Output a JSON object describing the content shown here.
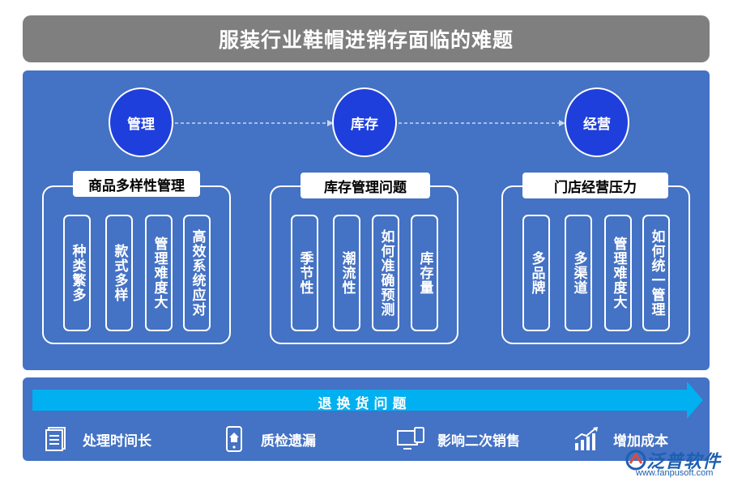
{
  "title": "服装行业鞋帽进销存面临的难题",
  "stages": [
    {
      "label": "管理"
    },
    {
      "label": "库存"
    },
    {
      "label": "经营"
    }
  ],
  "groups": [
    {
      "label": "商品多样性管理",
      "items": [
        "种类繁多",
        "款式多样",
        "管理难度大",
        "高效系统应对"
      ]
    },
    {
      "label": "库存管理问题",
      "items": [
        "季节性",
        "潮流性",
        "如何准确预测",
        "库存量"
      ]
    },
    {
      "label": "门店经营压力",
      "items": [
        "多品牌",
        "多渠道",
        "管理难度大",
        "如何统一管理"
      ]
    }
  ],
  "return_issue": "退换货问题",
  "effects": [
    {
      "label": "处理时间长",
      "icon": "document-icon"
    },
    {
      "label": "质检遗漏",
      "icon": "phone-home-icon"
    },
    {
      "label": "影响二次销售",
      "icon": "devices-icon"
    },
    {
      "label": "增加成本",
      "icon": "rising-chart-icon"
    }
  ],
  "logo": {
    "text": "泛普软件",
    "url": "www.fanpusoft.com"
  },
  "colors": {
    "panel": "#4472c4",
    "circle": "#1f3fdc",
    "title_bar": "#7f7f7f",
    "arrow": "#00b0f0"
  }
}
